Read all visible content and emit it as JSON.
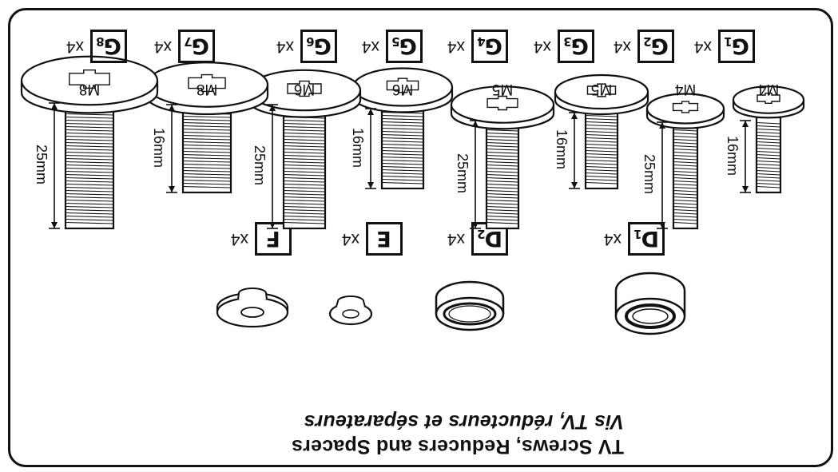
{
  "title": "TV Screws, Reducers and Spacers",
  "subtitle": "Vis TV, réducteurs et séparateurs",
  "spacers": [
    {
      "letter": "D",
      "sub": "1",
      "count": "x4"
    },
    {
      "letter": "D",
      "sub": "2",
      "count": "x4"
    },
    {
      "letter": "E",
      "sub": "",
      "count": "x4"
    },
    {
      "letter": "F",
      "sub": "",
      "count": "x4"
    }
  ],
  "screws": [
    {
      "letter": "G",
      "sub": "1",
      "count": "x4",
      "size": "M4",
      "length": "16mm"
    },
    {
      "letter": "G",
      "sub": "2",
      "count": "x4",
      "size": "M4",
      "length": "25mm"
    },
    {
      "letter": "G",
      "sub": "3",
      "count": "x4",
      "size": "M5",
      "length": "16mm"
    },
    {
      "letter": "G",
      "sub": "4",
      "count": "x4",
      "size": "M5",
      "length": "25mm"
    },
    {
      "letter": "G",
      "sub": "5",
      "count": "x4",
      "size": "M6",
      "length": "16mm"
    },
    {
      "letter": "G",
      "sub": "6",
      "count": "x4",
      "size": "M6",
      "length": "25mm"
    },
    {
      "letter": "G",
      "sub": "7",
      "count": "x4",
      "size": "M8",
      "length": "16mm"
    },
    {
      "letter": "G",
      "sub": "8",
      "count": "x4",
      "size": "M8",
      "length": "25mm"
    }
  ],
  "colors": {
    "ink": "#111111",
    "background": "#ffffff"
  }
}
